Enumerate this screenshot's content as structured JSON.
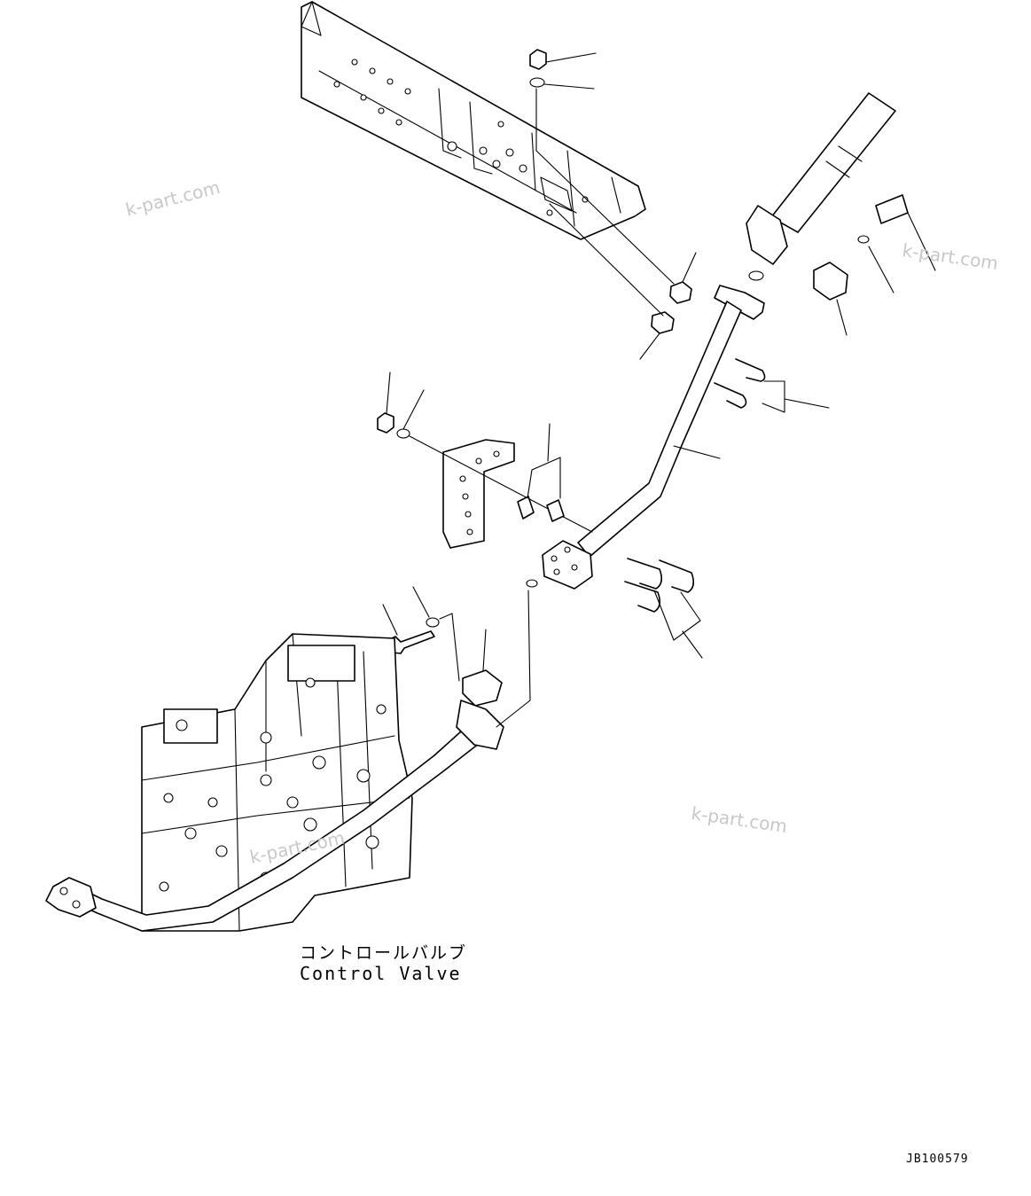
{
  "labels": {
    "control_valve_jp": "コントロールバルブ",
    "control_valve_en": "Control Valve"
  },
  "watermark": "k-part.com",
  "drawing_number": "JB100579"
}
